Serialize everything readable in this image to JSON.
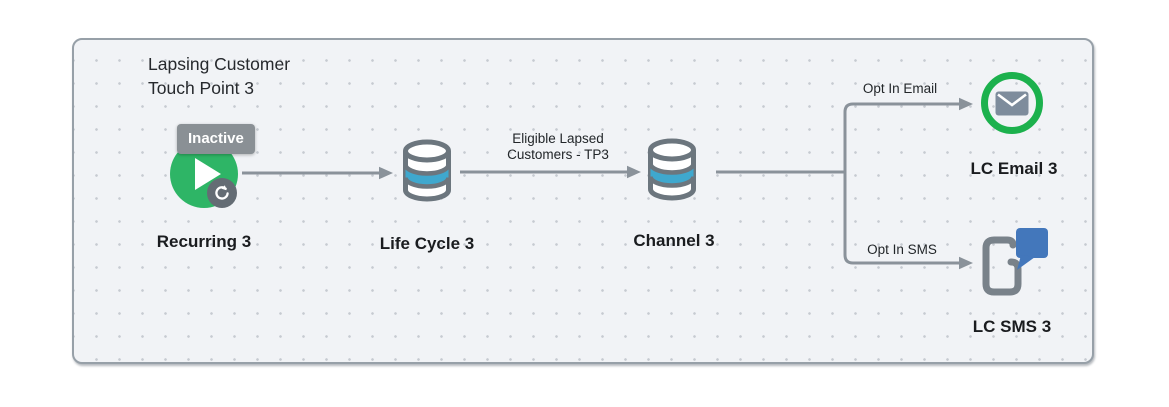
{
  "title": "Lapsing Customer\nTouch Point 3",
  "nodes": [
    {
      "name": "recurring",
      "label": "Recurring 3",
      "status_badge": "Inactive",
      "icon": "recurring-play-icon"
    },
    {
      "name": "life-cycle",
      "label": "Life Cycle 3",
      "icon": "database-icon"
    },
    {
      "name": "channel",
      "label": "Channel 3",
      "icon": "database-icon"
    },
    {
      "name": "lc-email",
      "label": "LC Email 3",
      "icon": "envelope-icon"
    },
    {
      "name": "lc-sms",
      "label": "LC SMS 3",
      "icon": "phone-sms-icon"
    }
  ],
  "edges": [
    {
      "from": "recurring",
      "to": "life-cycle",
      "label": ""
    },
    {
      "from": "life-cycle",
      "to": "channel",
      "label": "Eligible Lapsed\nCustomers - TP3"
    },
    {
      "from": "channel",
      "to": "lc-email",
      "label": "Opt In Email"
    },
    {
      "from": "channel",
      "to": "lc-sms",
      "label": "Opt In SMS"
    }
  ],
  "colors": {
    "canvas_bg": "#F1F3F6",
    "canvas_border": "#97A0A8",
    "grid_dot": "#C6CBD1",
    "edge_gray": "#8A929A",
    "recurring_green": "#2EB566",
    "refresh_badge_gray": "#646C74",
    "status_badge_gray": "#8A9095",
    "email_ring_green": "#1CB14D",
    "envelope_gray": "#7E8C9C",
    "db_outline_gray": "#6C767E",
    "db_band_blue": "#3FA8CE",
    "phone_gray": "#79828A",
    "bubble_blue": "#4377BB",
    "label_color": "#1A1C1F"
  }
}
